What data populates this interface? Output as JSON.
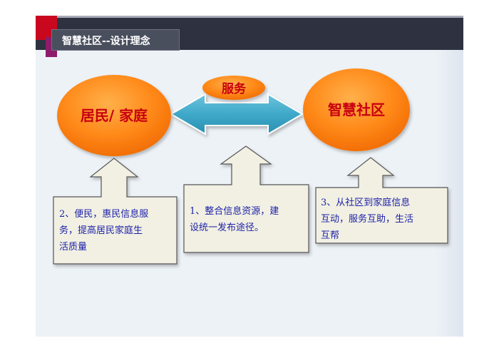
{
  "header": {
    "title": "智慧社区--设计理念"
  },
  "diagram": {
    "left_oval": "居民/ 家庭",
    "right_oval": "智慧社区",
    "service_label": "服务",
    "boxes": [
      {
        "lines": [
          "2、便民，惠民信息服",
          "务，提高居民家庭生",
          "活质量"
        ]
      },
      {
        "lines": [
          "1、整合信息资源，建",
          "设统一发布途径。"
        ]
      },
      {
        "lines": [
          "3、从社区到家庭信息",
          "互动，服务互助，生活",
          "互帮"
        ]
      }
    ]
  },
  "colors": {
    "oval_fill": "#ff8a1a",
    "oval_text": "#c80010",
    "arrow_fill": "#3fa8c9",
    "box_fill": "#f2f0e3",
    "box_text": "#1d22a8",
    "header": "#2e3240",
    "accent_red": "#c9081f"
  }
}
